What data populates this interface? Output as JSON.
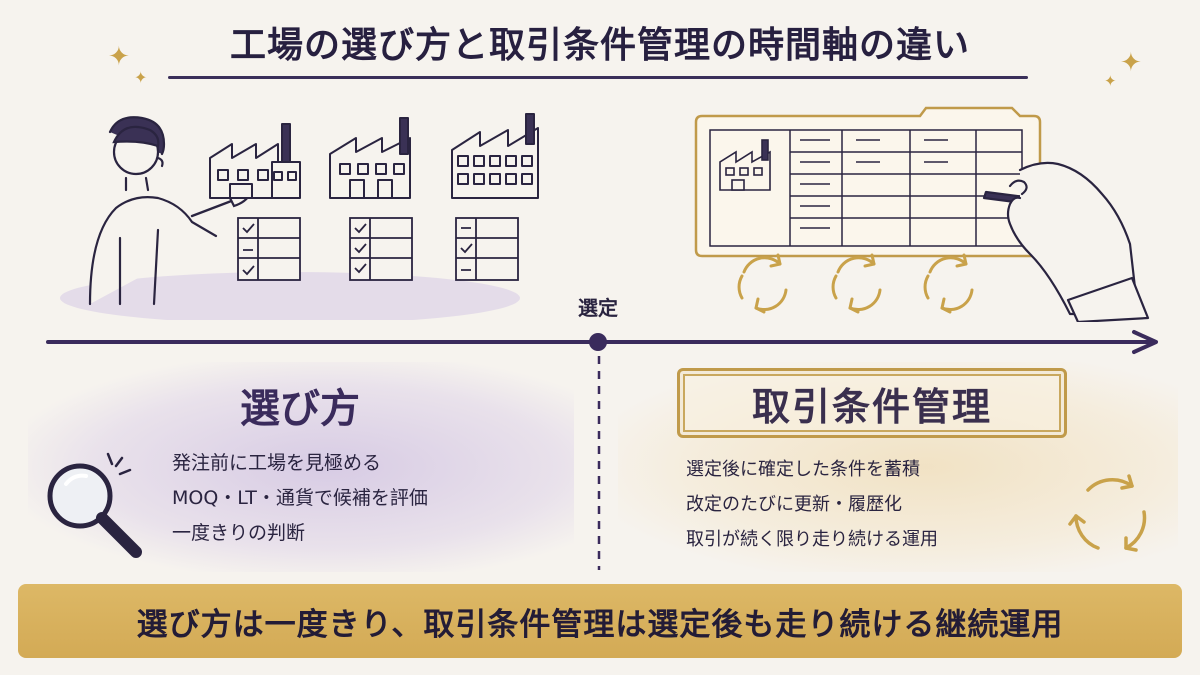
{
  "header": {
    "title": "工場の選び方と取引条件管理の時間軸の違い"
  },
  "timeline": {
    "milestone": "選定"
  },
  "left_panel": {
    "heading": "選び方",
    "bullets": [
      "発注前に工場を見極める",
      "MOQ・LT・通貨で候補を評価",
      "一度きりの判断"
    ]
  },
  "right_panel": {
    "heading": "取引条件管理",
    "bullets": [
      "選定後に確定した条件を蓄積",
      "改定のたびに更新・履歴化",
      "取引が続く限り走り続ける運用"
    ]
  },
  "summary": {
    "text": "選び方は一度きり、取引条件管理は選定後も走り続ける継続運用"
  },
  "icons": {
    "sparkles": "sparkle-icon",
    "person": "person-pointing-icon",
    "factory": "factory-icon",
    "checklist": "checklist-icon",
    "document": "spreadsheet-document-icon",
    "hand": "hand-writing-pen-icon",
    "cycle": "cycle-arrows-icon",
    "magnifier": "magnifying-glass-icon"
  },
  "colors": {
    "ink": "#2a2440",
    "purple": "#3a2b5c",
    "gold": "#c9a24a",
    "summary_bar": "#d8b05d",
    "left_tint": "#d9cde6",
    "right_tint": "#f2e3c4"
  }
}
